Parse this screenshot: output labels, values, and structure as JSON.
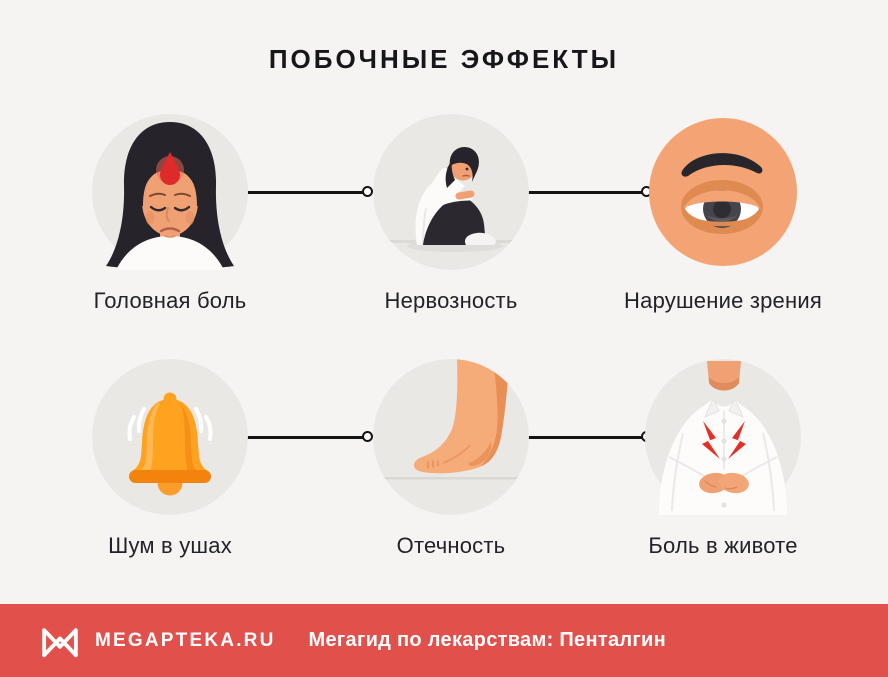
{
  "title": "ПОБОЧНЫЕ ЭФФЕКТЫ",
  "items": [
    {
      "label": "Головная боль",
      "icon": "headache-woman-illustration"
    },
    {
      "label": "Нервозность",
      "icon": "anxious-person-illustration"
    },
    {
      "label": "Нарушение зрения",
      "icon": "eye-illustration"
    },
    {
      "label": "Шум в ушах",
      "icon": "ringing-bell-illustration"
    },
    {
      "label": "Отечность",
      "icon": "swollen-foot-illustration"
    },
    {
      "label": "Боль в животе",
      "icon": "stomach-pain-illustration"
    }
  ],
  "footer": {
    "brand": "MEGAPTEKA.RU",
    "tagline": "Мегагид по лекарствам: Пенталгин",
    "logo": "megapteka-m-logo"
  },
  "colors": {
    "page_bg": "#F5F4F2",
    "accent_red": "#E2504C",
    "circle_bg": "#E9E8E5",
    "skin": "#F0A173",
    "bell_orange": "#FFA21F",
    "pain_red": "#DF2A2C",
    "text_dark": "#232228"
  }
}
